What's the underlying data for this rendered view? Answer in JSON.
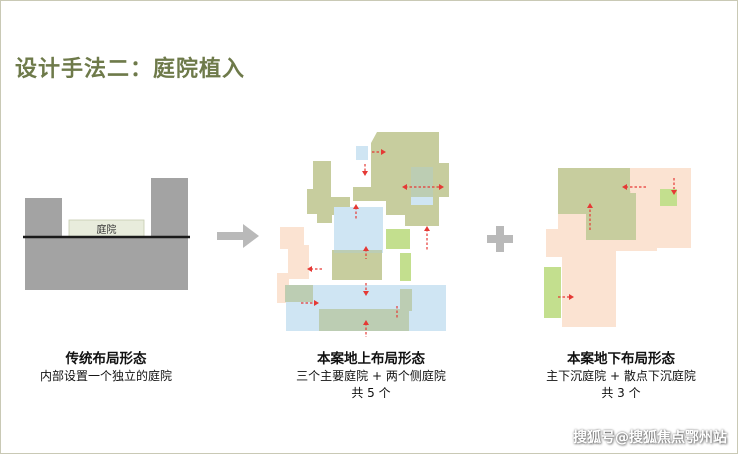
{
  "page": {
    "title": "设计手法二：庭院植入",
    "watermark": "搜狐号@搜狐焦点鄂州站"
  },
  "diagrams": [
    {
      "id": "traditional",
      "inner_label": "庭院",
      "heading": "传统布局形态",
      "lines": [
        "内部设置一个独立的庭院"
      ]
    },
    {
      "id": "above_ground",
      "heading": "本案地上布局形态",
      "lines": [
        "三个主要庭院 + 两个侧庭院",
        "共 5 个"
      ]
    },
    {
      "id": "below_ground",
      "heading": "本案地下布局形态",
      "lines": [
        "主下沉庭院 + 散点下沉庭院",
        "共 3 个"
      ]
    }
  ],
  "colors": {
    "title": "#6e7a4a",
    "building": "#a3a3a3",
    "courtyard_fill": "#e8ecdc",
    "olive": "#c7cd9e",
    "peach": "#fbe3d2",
    "light_blue": "#cfe5f3",
    "bright_green": "#c3df8e",
    "red_arrow": "#e53935",
    "operator": "#b9b9b9"
  },
  "icons": {
    "arrow_operator": "right-arrow-icon",
    "plus_operator": "plus-icon"
  }
}
